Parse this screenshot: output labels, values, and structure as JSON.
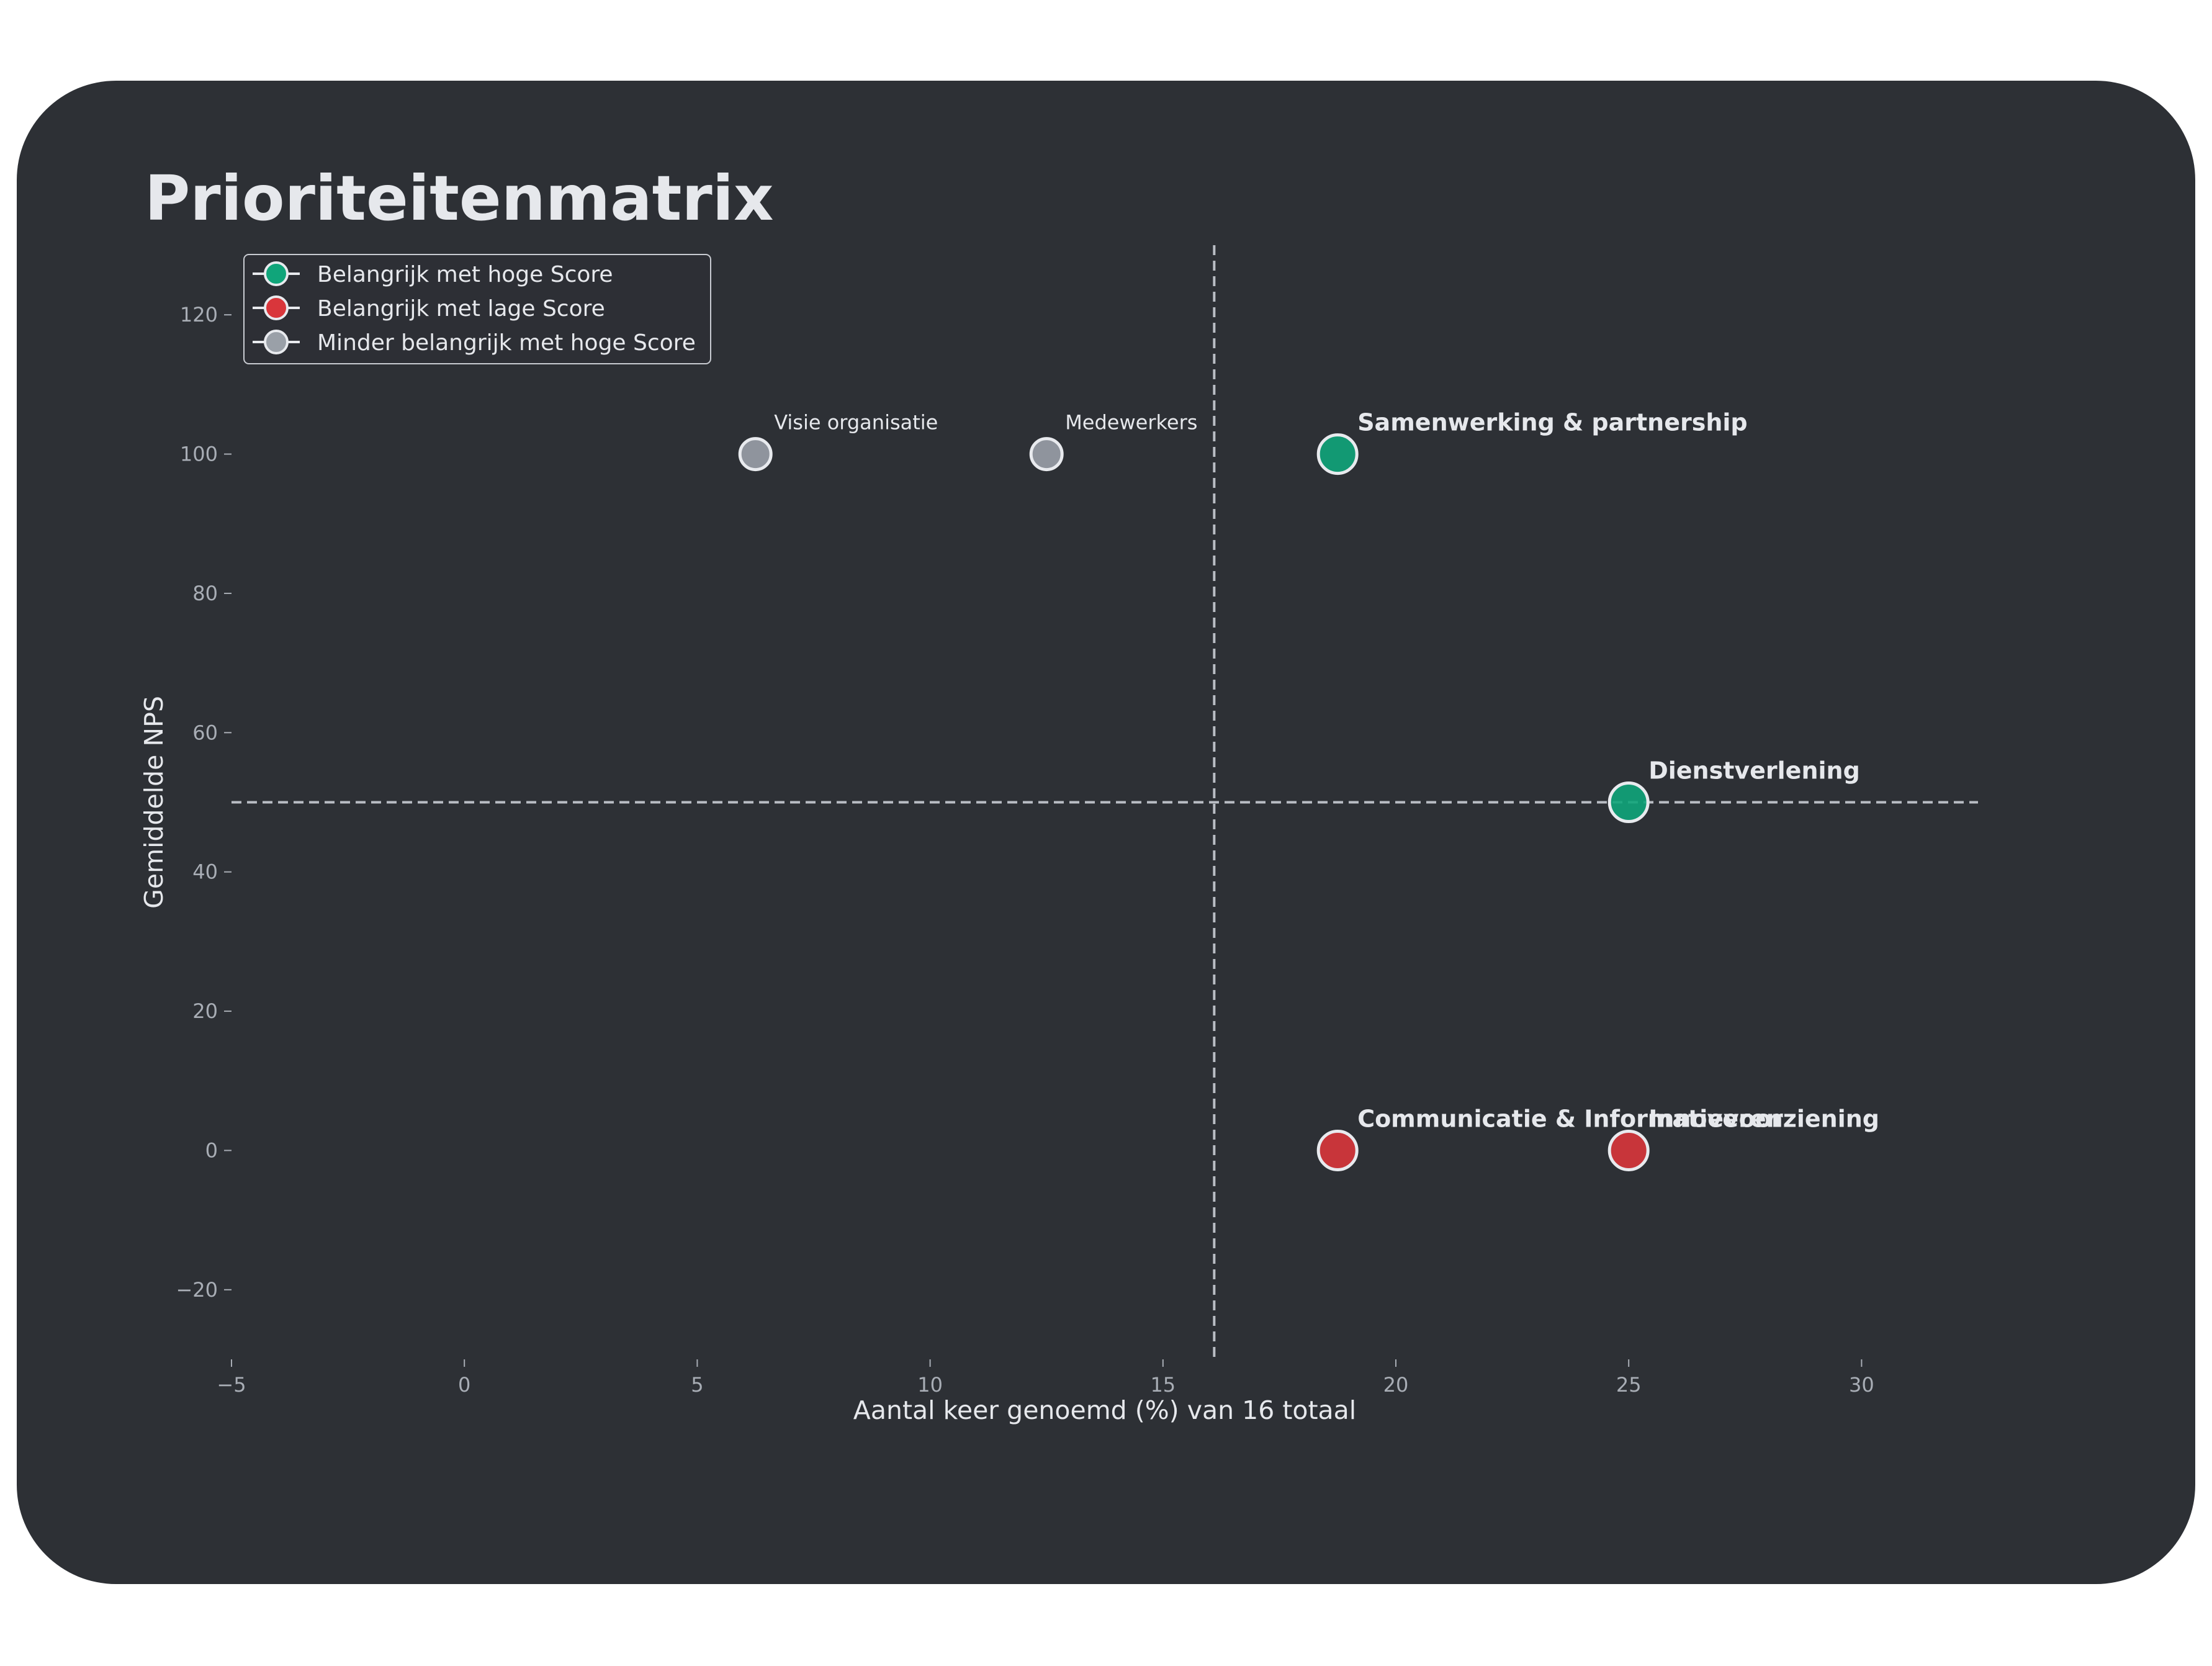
{
  "chart_data": {
    "type": "scatter",
    "title": "Prioriteitenmatrix",
    "xlabel": "Aantal keer genoemd (%) van 16 totaal",
    "ylabel": "Gemiddelde NPS",
    "xlim": [
      -5,
      32.5
    ],
    "ylim": [
      -30,
      130
    ],
    "x_ticks": [
      -5,
      0,
      5,
      10,
      15,
      20,
      25,
      30
    ],
    "y_ticks": [
      -20,
      0,
      20,
      40,
      60,
      80,
      100,
      120
    ],
    "x_tick_labels": [
      "−5",
      "0",
      "5",
      "10",
      "15",
      "20",
      "25",
      "30"
    ],
    "y_tick_labels": [
      "−20",
      "0",
      "20",
      "40",
      "60",
      "80",
      "100",
      "120"
    ],
    "grid": false,
    "legend_position": "top-left",
    "reference_lines": {
      "vertical_x": 16.1,
      "horizontal_y": 50
    },
    "colors": {
      "background": "#2d3035",
      "text": "#e6e8ec",
      "tick": "#a8adb5",
      "high_important": "#10a57a",
      "low_important": "#d9363b",
      "less_important": "#9aa0a8",
      "marker_edge": "#e8eaee",
      "reference_line": "#b9bdc4"
    },
    "series": [
      {
        "name": "Belangrijk met hoge Score",
        "color": "#10a57a",
        "points": [
          {
            "x": 18.75,
            "y": 100,
            "label": "Samenwerking & partnership"
          },
          {
            "x": 25,
            "y": 50,
            "label": "Dienstverlening"
          }
        ]
      },
      {
        "name": "Belangrijk met lage Score",
        "color": "#d9363b",
        "points": [
          {
            "x": 18.75,
            "y": 0,
            "label": "Communicatie & Informatievoorziening"
          },
          {
            "x": 25,
            "y": 0,
            "label": "Innoveren"
          }
        ]
      },
      {
        "name": "Minder belangrijk met hoge Score",
        "color": "#9aa0a8",
        "points": [
          {
            "x": 6.25,
            "y": 100,
            "label": "Visie organisatie"
          },
          {
            "x": 12.5,
            "y": 100,
            "label": "Medewerkers"
          }
        ]
      }
    ]
  }
}
